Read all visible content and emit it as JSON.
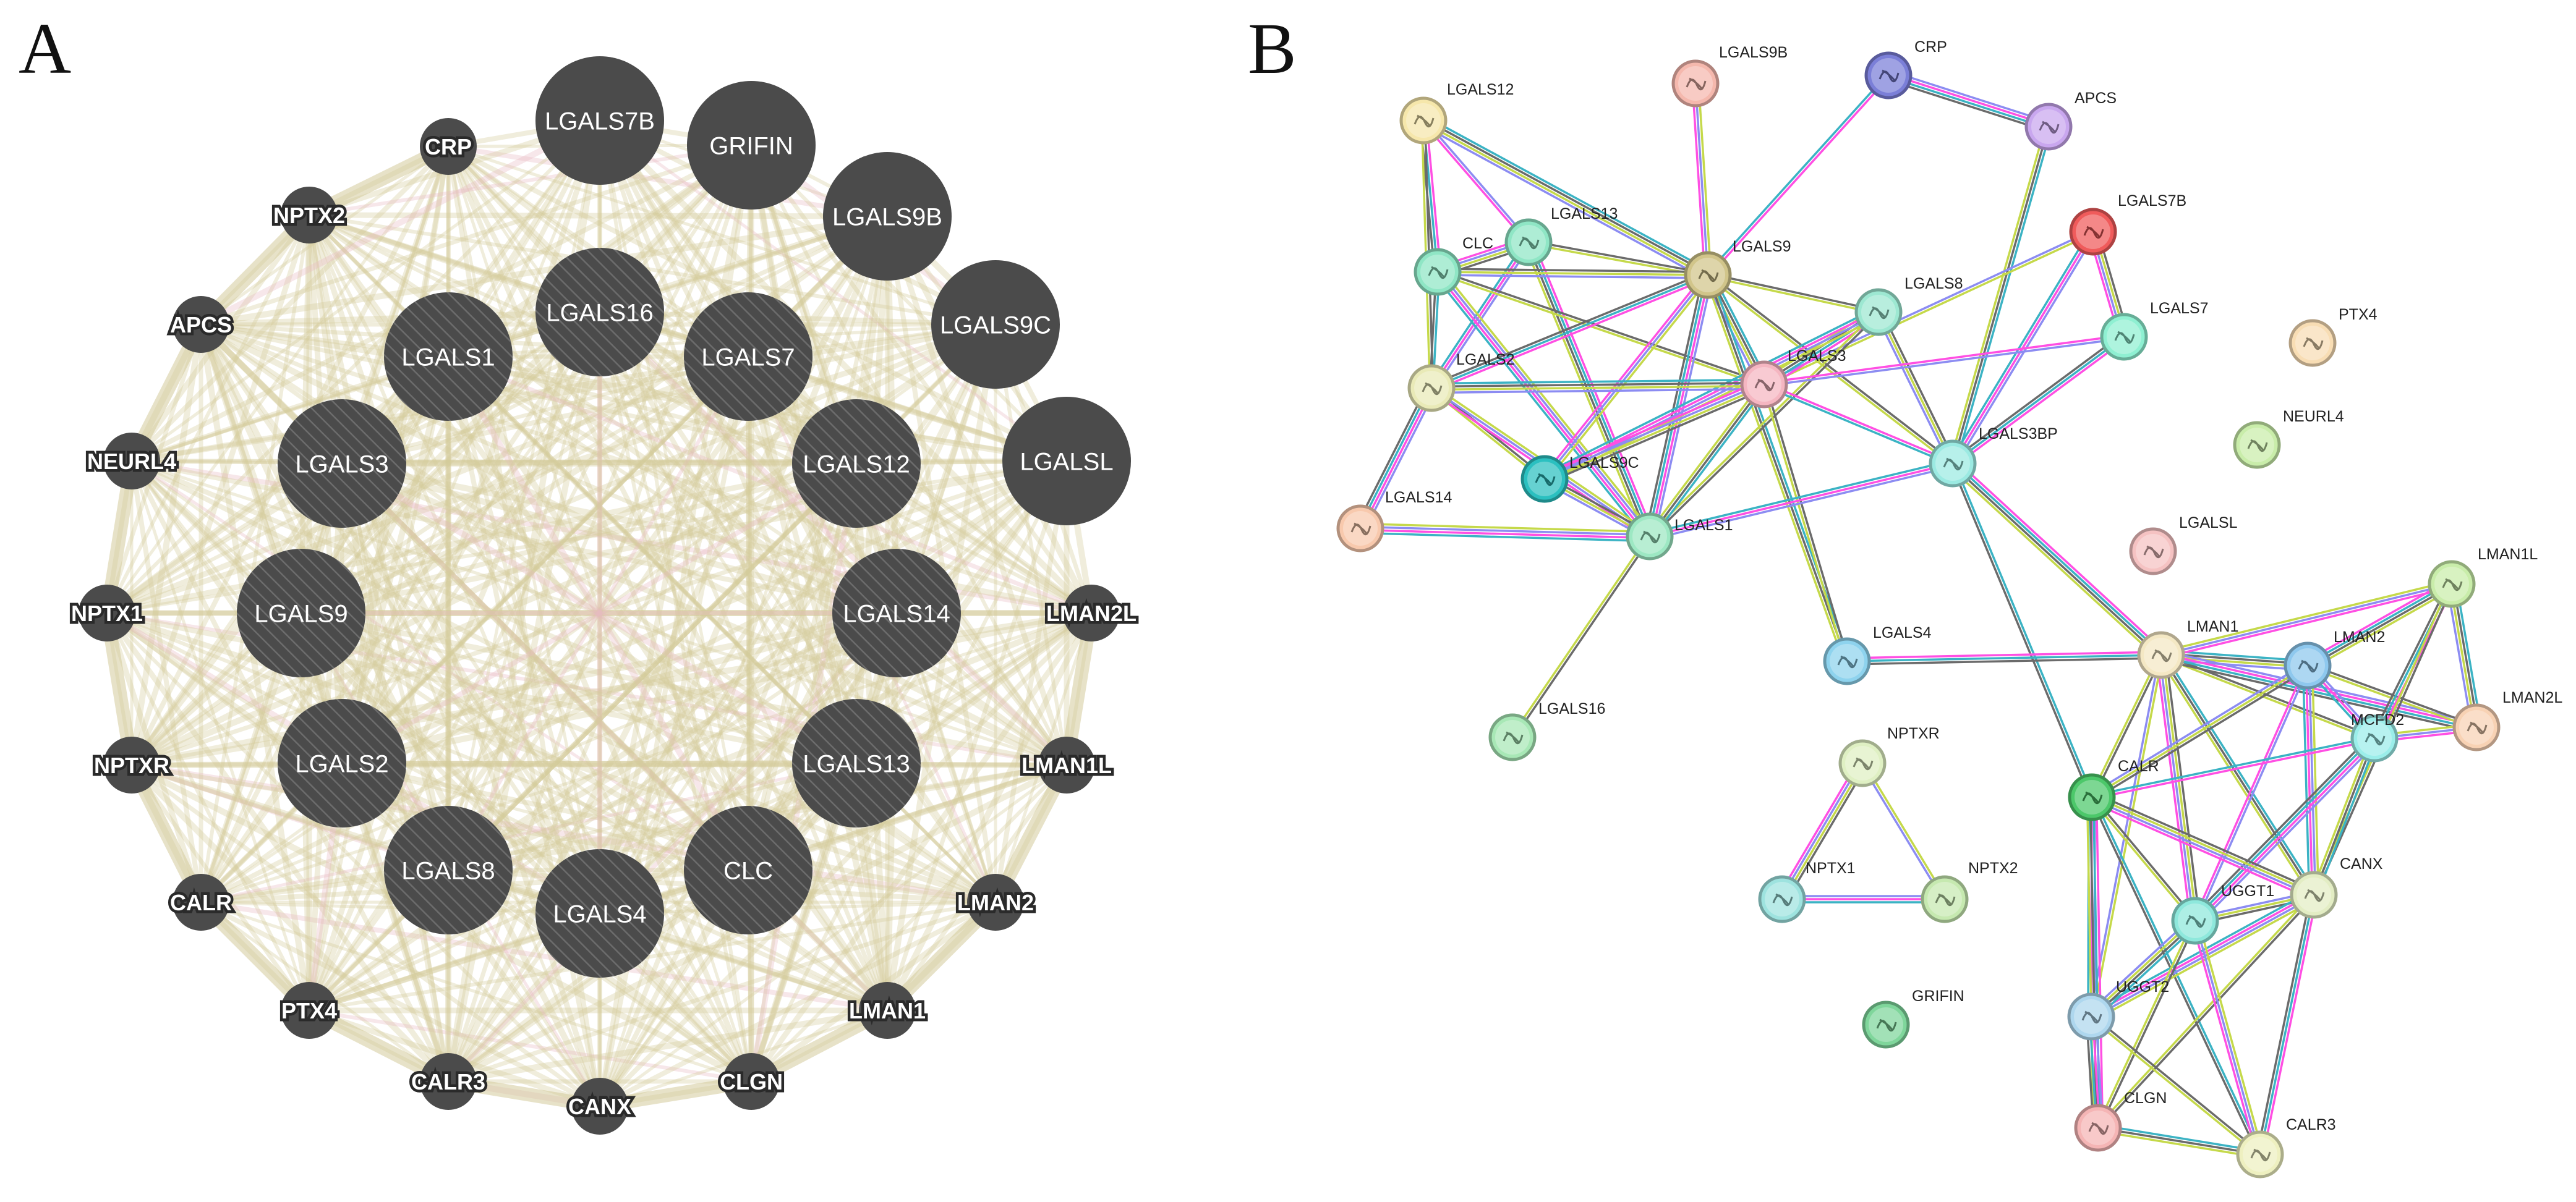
{
  "panel_a": {
    "letter": "A",
    "colors": {
      "node": "#4b4b4b",
      "edge_main": "#d3cb9b",
      "edge_alt": "#e8b9c2",
      "stripe": "#6a6a6a"
    },
    "outer_nodes": [
      "CRP",
      "NPTX2",
      "APCS",
      "NEURL4",
      "NPTX1",
      "NPTXR",
      "CALR",
      "PTX4",
      "CALR3",
      "CANX",
      "CLGN",
      "LMAN1",
      "LMAN2",
      "LMAN1L",
      "LMAN2L"
    ],
    "inner_plain": [
      "LGALS7B",
      "GRIFIN",
      "LGALS9B",
      "LGALS9C",
      "LGALSL"
    ],
    "inner_striped": [
      "LGALS1",
      "LGALS16",
      "LGALS7",
      "LGALS3",
      "LGALS12",
      "LGALS9",
      "LGALS14",
      "LGALS2",
      "LGALS13",
      "LGALS8",
      "LGALS4",
      "CLC"
    ]
  },
  "panel_b": {
    "letter": "B",
    "nodes": [
      {
        "id": "LGALS12",
        "color": "#f6e7ab"
      },
      {
        "id": "LGALS9B",
        "color": "#f5b8ad"
      },
      {
        "id": "CRP",
        "color": "#7b7fd8"
      },
      {
        "id": "APCS",
        "color": "#c9a7ef"
      },
      {
        "id": "LGALS13",
        "color": "#8fe6c5"
      },
      {
        "id": "CLC",
        "color": "#8fe6c5"
      },
      {
        "id": "LGALS9",
        "color": "#d1c58a"
      },
      {
        "id": "LGALS7B",
        "color": "#f05b5b"
      },
      {
        "id": "LGALS8",
        "color": "#9de8d2"
      },
      {
        "id": "LGALS7",
        "color": "#8ff0d2"
      },
      {
        "id": "PTX4",
        "color": "#f8ddb4"
      },
      {
        "id": "LGALS2",
        "color": "#e9eab7"
      },
      {
        "id": "LGALS3",
        "color": "#f5b6c1"
      },
      {
        "id": "LGALS3BP",
        "color": "#9beae2"
      },
      {
        "id": "NEURL4",
        "color": "#c9edaa"
      },
      {
        "id": "LGALS9C",
        "color": "#2bc0c0"
      },
      {
        "id": "LGALS14",
        "color": "#f8c9ad"
      },
      {
        "id": "LGALS1",
        "color": "#9de8c3"
      },
      {
        "id": "LGALSL",
        "color": "#f5c2c2"
      },
      {
        "id": "LMAN1L",
        "color": "#c9edaa"
      },
      {
        "id": "LGALS4",
        "color": "#8ed3ee"
      },
      {
        "id": "LMAN1",
        "color": "#f4e8c4"
      },
      {
        "id": "LMAN2",
        "color": "#8ec8ee"
      },
      {
        "id": "MCFD2",
        "color": "#9beeea"
      },
      {
        "id": "LMAN2L",
        "color": "#f8d2b4"
      },
      {
        "id": "LGALS16",
        "color": "#a8e8b6"
      },
      {
        "id": "NPTXR",
        "color": "#dff0c3"
      },
      {
        "id": "CALR",
        "color": "#4cc86a"
      },
      {
        "id": "NPTX1",
        "color": "#9ee3df"
      },
      {
        "id": "NPTX2",
        "color": "#c6e9b0"
      },
      {
        "id": "CANX",
        "color": "#e3edc4"
      },
      {
        "id": "UGGT1",
        "color": "#8ee8dc"
      },
      {
        "id": "GRIFIN",
        "color": "#7fd69b"
      },
      {
        "id": "UGGT2",
        "color": "#aed7ee"
      },
      {
        "id": "CLGN",
        "color": "#f5b5b5"
      },
      {
        "id": "CALR3",
        "color": "#eef0c0"
      }
    ],
    "edges": [
      [
        "LGALS12",
        "LGALS13"
      ],
      [
        "LGALS12",
        "CLC"
      ],
      [
        "LGALS12",
        "LGALS9"
      ],
      [
        "LGALS12",
        "LGALS2"
      ],
      [
        "LGALS9B",
        "LGALS9"
      ],
      [
        "CRP",
        "APCS"
      ],
      [
        "CRP",
        "LGALS9"
      ],
      [
        "APCS",
        "LGALS3BP"
      ],
      [
        "LGALS13",
        "CLC"
      ],
      [
        "LGALS13",
        "LGALS9"
      ],
      [
        "LGALS13",
        "LGALS2"
      ],
      [
        "LGALS13",
        "LGALS1"
      ],
      [
        "CLC",
        "LGALS2"
      ],
      [
        "CLC",
        "LGALS9"
      ],
      [
        "CLC",
        "LGALS1"
      ],
      [
        "CLC",
        "LGALS3"
      ],
      [
        "LGALS9",
        "LGALS2"
      ],
      [
        "LGALS9",
        "LGALS3"
      ],
      [
        "LGALS9",
        "LGALS8"
      ],
      [
        "LGALS9",
        "LGALS9C"
      ],
      [
        "LGALS9",
        "LGALS1"
      ],
      [
        "LGALS9",
        "LGALS3BP"
      ],
      [
        "LGALS9",
        "LGALS4"
      ],
      [
        "LGALS7B",
        "LGALS7"
      ],
      [
        "LGALS7B",
        "LGALS3"
      ],
      [
        "LGALS7B",
        "LGALS3BP"
      ],
      [
        "LGALS8",
        "LGALS3"
      ],
      [
        "LGALS8",
        "LGALS1"
      ],
      [
        "LGALS8",
        "LGALS3BP"
      ],
      [
        "LGALS8",
        "LGALS9C"
      ],
      [
        "LGALS7",
        "LGALS3"
      ],
      [
        "LGALS7",
        "LGALS3BP"
      ],
      [
        "LGALS2",
        "LGALS3"
      ],
      [
        "LGALS2",
        "LGALS9C"
      ],
      [
        "LGALS2",
        "LGALS1"
      ],
      [
        "LGALS2",
        "LGALS14"
      ],
      [
        "LGALS3",
        "LGALS3BP"
      ],
      [
        "LGALS3",
        "LGALS1"
      ],
      [
        "LGALS3",
        "LGALS9C"
      ],
      [
        "LGALS3",
        "LGALS4"
      ],
      [
        "LGALS3BP",
        "LGALS1"
      ],
      [
        "LGALS3BP",
        "LMAN1"
      ],
      [
        "LGALS3BP",
        "CALR"
      ],
      [
        "LGALS9C",
        "LGALS1"
      ],
      [
        "LGALS14",
        "LGALS1"
      ],
      [
        "LGALS1",
        "LGALS16"
      ],
      [
        "LGALS4",
        "LMAN1"
      ],
      [
        "LMAN1",
        "LMAN2"
      ],
      [
        "LMAN1",
        "MCFD2"
      ],
      [
        "LMAN1",
        "LMAN1L"
      ],
      [
        "LMAN1",
        "LMAN2L"
      ],
      [
        "LMAN1",
        "CALR"
      ],
      [
        "LMAN1",
        "CANX"
      ],
      [
        "LMAN1",
        "UGGT1"
      ],
      [
        "LMAN1",
        "UGGT2"
      ],
      [
        "LMAN2",
        "MCFD2"
      ],
      [
        "LMAN2",
        "LMAN1L"
      ],
      [
        "LMAN2",
        "LMAN2L"
      ],
      [
        "LMAN2",
        "CALR"
      ],
      [
        "LMAN2",
        "CANX"
      ],
      [
        "LMAN2",
        "UGGT1"
      ],
      [
        "LMAN1L",
        "MCFD2"
      ],
      [
        "LMAN1L",
        "LMAN2L"
      ],
      [
        "LMAN1L",
        "CANX"
      ],
      [
        "MCFD2",
        "LMAN2L"
      ],
      [
        "MCFD2",
        "UGGT1"
      ],
      [
        "MCFD2",
        "CALR"
      ],
      [
        "MCFD2",
        "CANX"
      ],
      [
        "CALR",
        "CANX"
      ],
      [
        "CALR",
        "UGGT1"
      ],
      [
        "CALR",
        "UGGT2"
      ],
      [
        "CALR",
        "CLGN"
      ],
      [
        "CALR",
        "CALR3"
      ],
      [
        "CANX",
        "UGGT1"
      ],
      [
        "CANX",
        "UGGT2"
      ],
      [
        "CANX",
        "CLGN"
      ],
      [
        "CANX",
        "CALR3"
      ],
      [
        "UGGT1",
        "UGGT2"
      ],
      [
        "UGGT1",
        "CLGN"
      ],
      [
        "UGGT1",
        "CALR3"
      ],
      [
        "UGGT2",
        "CLGN"
      ],
      [
        "UGGT2",
        "CALR3"
      ],
      [
        "CLGN",
        "CALR3"
      ],
      [
        "NPTXR",
        "NPTX1"
      ],
      [
        "NPTXR",
        "NPTX2"
      ],
      [
        "NPTX1",
        "NPTX2"
      ]
    ],
    "edge_colors": [
      "#8c8cf2",
      "#ff4fe3",
      "#3bb3c4",
      "#6b6b6b",
      "#c5d94a"
    ]
  }
}
